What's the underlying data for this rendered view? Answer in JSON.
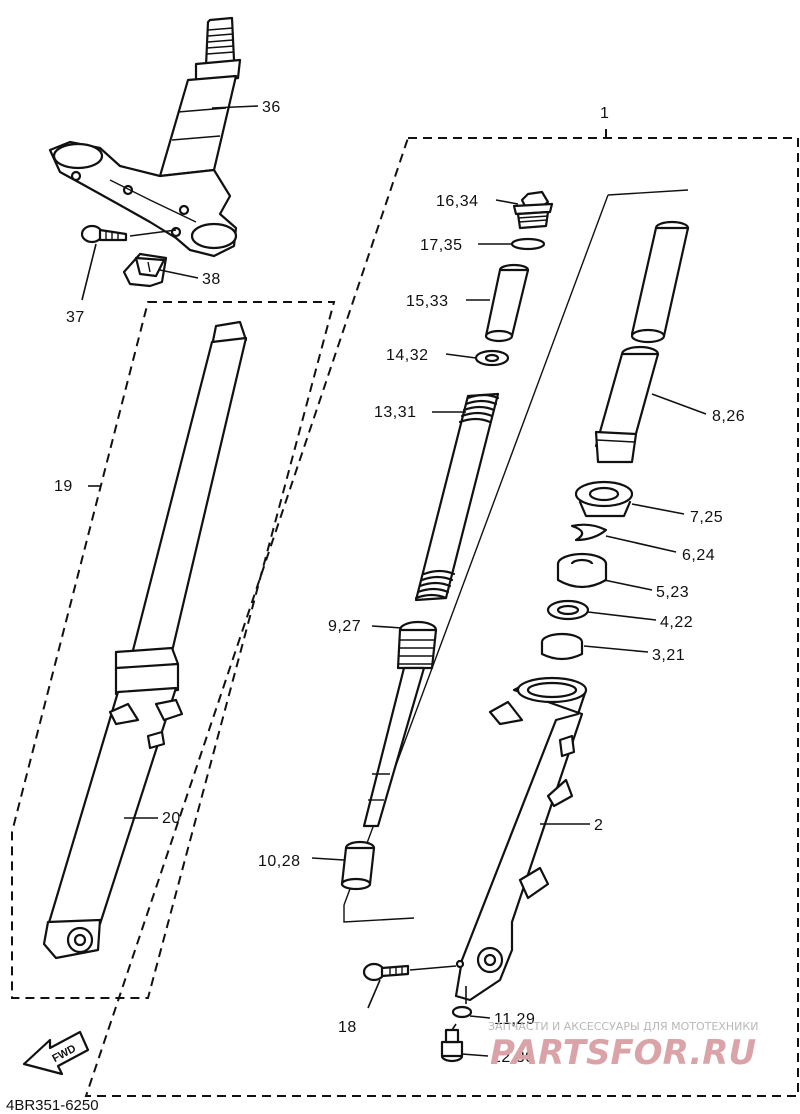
{
  "labels": {
    "l1": "1",
    "l2": "2",
    "l3": "3,21",
    "l4": "4,22",
    "l5": "5,23",
    "l6": "6,24",
    "l7": "7,25",
    "l8": "8,26",
    "l9": "9,27",
    "l10": "10,28",
    "l11": "11,29",
    "l12": "12,30",
    "l13": "13,31",
    "l14": "14,32",
    "l15": "15,33",
    "l16": "16,34",
    "l17": "17,35",
    "l18": "18",
    "l19": "19",
    "l20": "20",
    "l36": "36",
    "l37": "37",
    "l38": "38"
  },
  "fwd_label": "FWD",
  "diagram_code": "4BR351-6250",
  "watermark": {
    "caption": "ЗАПЧАСТИ И АКСЕССУАРЫ ДЛЯ МОТОТЕХНИКИ",
    "brand": "PARTSFOR.RU"
  }
}
